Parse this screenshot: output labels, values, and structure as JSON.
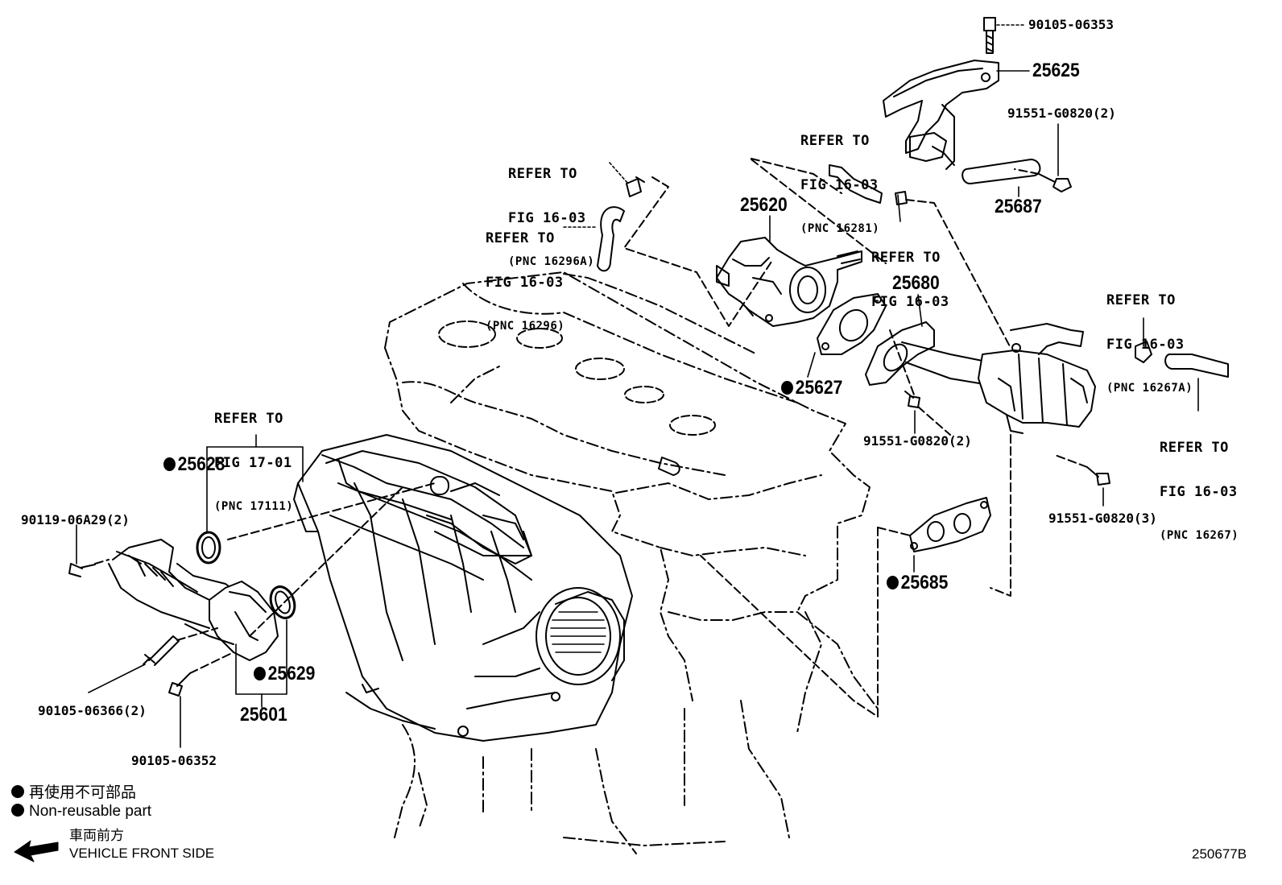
{
  "refs": {
    "r16296a": {
      "l1": "REFER TO",
      "l2": "FIG 16-03",
      "pnc": "(PNC 16296A)"
    },
    "r16296": {
      "l1": "REFER TO",
      "l2": "FIG 16-03",
      "pnc": "(PNC 16296)"
    },
    "r16281": {
      "l1": "REFER TO",
      "l2": "FIG 16-03",
      "pnc": "(PNC 16281)"
    },
    "rmid": {
      "l1": "REFER TO",
      "l2": "FIG 16-03"
    },
    "r16267a": {
      "l1": "REFER TO",
      "l2": "FIG 16-03",
      "pnc": "(PNC 16267A)"
    },
    "r16267": {
      "l1": "REFER TO",
      "l2": "FIG 16-03",
      "pnc": "(PNC 16267)"
    },
    "r17111": {
      "l1": "REFER TO",
      "l2": "FIG 17-01",
      "pnc": "(PNC 17111)"
    }
  },
  "parts": {
    "p06353": "90105-06353",
    "p25625": "25625",
    "p91551_top": "91551-G0820(2)",
    "p25687": "25687",
    "p25620": "25620",
    "p25680": "25680",
    "p25627": "25627",
    "p91551_mid": "91551-G0820(2)",
    "p91551_3": "91551-G0820(3)",
    "p25628": "25628",
    "p06a29": "90119-06A29(2)",
    "p25629": "25629",
    "p25601": "25601",
    "p06366": "90105-06366(2)",
    "p06352": "90105-06352",
    "p25685": "25685"
  },
  "legend": {
    "jp": "再使用不可部品",
    "en": "Non-reusable part",
    "front_jp": "車両前方",
    "front_en": "VEHICLE FRONT SIDE"
  },
  "figure_id": "250677B"
}
